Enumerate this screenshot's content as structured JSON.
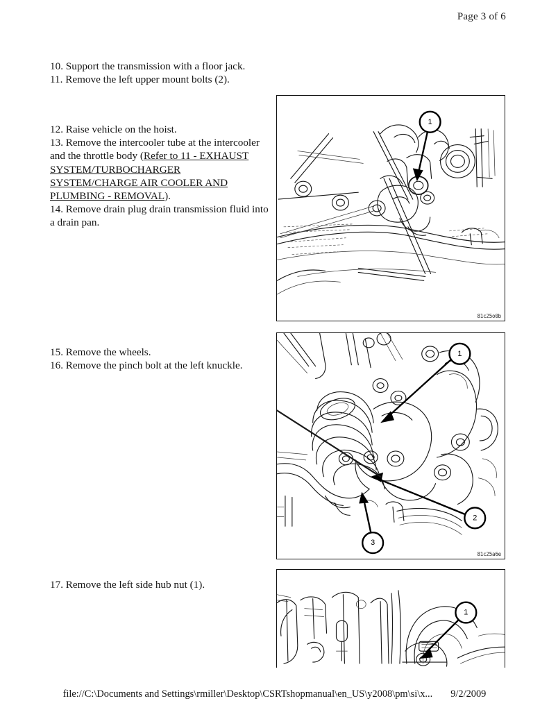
{
  "header": {
    "page_label": "Page 3 of 6"
  },
  "instructions": {
    "block1": [
      "10. Support the transmission with a floor jack.",
      "11. Remove the left upper mount bolts (2)."
    ],
    "block2": {
      "line1": "12. Raise vehicle on the hoist.",
      "line2": "13. Remove the intercooler tube at the intercooler",
      "line3_prefix": "and the throttle body (",
      "link_line1": "Refer to 11 - EXHAUST",
      "link_line2": "SYSTEM/TURBOCHARGER",
      "link_line3": "SYSTEM/CHARGE AIR COOLER AND",
      "link_line4": "PLUMBING - REMOVAL",
      "line3_suffix": ").",
      "line4": "14. Remove drain plug drain transmission fluid into",
      "line5": "a drain pan."
    },
    "block3": [
      "15. Remove the wheels.",
      "16. Remove the pinch bolt at the left knuckle."
    ],
    "block4": [
      "17. Remove the left side hub nut (1)."
    ]
  },
  "figures": [
    {
      "id": "figure-1",
      "caption_code": "81c25o0b",
      "description": "Transmission mount / intercooler tube area line drawing",
      "callouts": [
        {
          "number": "1",
          "points_to": "mount bolt"
        }
      ]
    },
    {
      "id": "figure-2",
      "caption_code": "81c25a6e",
      "description": "Left knuckle, CV boot and brake caliper line drawing",
      "callouts": [
        {
          "number": "1",
          "points_to": "knuckle"
        },
        {
          "number": "2",
          "points_to": "pinch bolt"
        },
        {
          "number": "3",
          "points_to": "lower control arm"
        }
      ]
    },
    {
      "id": "figure-3",
      "caption_code": "",
      "description": "Left side hub nut line drawing",
      "callouts": [
        {
          "number": "1",
          "points_to": "hub nut"
        }
      ]
    }
  ],
  "footer": {
    "path": "file://C:\\Documents and Settings\\rmiller\\Desktop\\CSRTshopmanual\\en_US\\y2008\\pm\\si\\x...",
    "date": "9/2/2009"
  },
  "colors": {
    "page_background": "#ffffff",
    "text": "#141414",
    "ink": "#1a1a1a",
    "frame": "#111111"
  }
}
